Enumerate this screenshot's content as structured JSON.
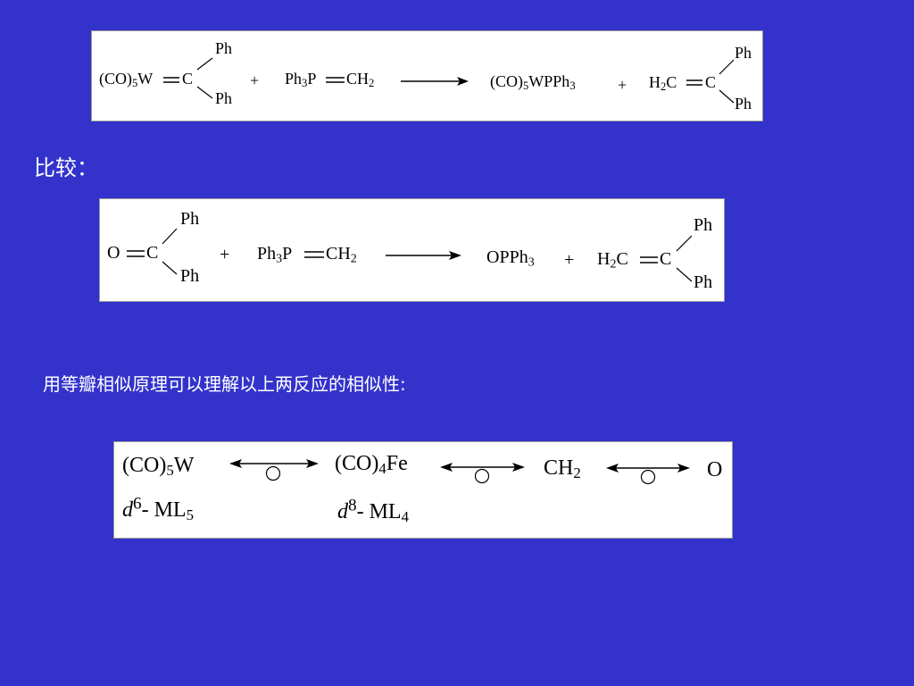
{
  "reaction1": {
    "reactant1": {
      "prefix": "(CO)",
      "sub": "5",
      "metal": "W",
      "center": "C",
      "ph_top": "Ph",
      "ph_bottom": "Ph"
    },
    "plus1": "+",
    "reactant2": {
      "a": "Ph",
      "a_sub": "3",
      "b": "P",
      "c": "CH",
      "c_sub": "2"
    },
    "product1": {
      "a": "(CO)",
      "a_sub": "5",
      "b": "WPPh",
      "b_sub": "3"
    },
    "plus2": "+",
    "product2": {
      "a": "H",
      "a_sub": "2",
      "b": "C",
      "center": "C",
      "ph_top": "Ph",
      "ph_bottom": "Ph"
    }
  },
  "compare_label": "比较：",
  "reaction2": {
    "reactant1": {
      "o": "O",
      "center": "C",
      "ph_top": "Ph",
      "ph_bottom": "Ph"
    },
    "plus1": "+",
    "reactant2": {
      "a": "Ph",
      "a_sub": "3",
      "b": "P",
      "c": "CH",
      "c_sub": "2"
    },
    "product1": {
      "a": "OPPh",
      "a_sub": "3"
    },
    "plus2": "+",
    "product2": {
      "a": "H",
      "a_sub": "2",
      "b": "C",
      "center": "C",
      "ph_top": "Ph",
      "ph_bottom": "Ph"
    }
  },
  "explanation": "用等瓣相似原理可以理解以上两反应的相似性:",
  "isolobal": {
    "frag1": {
      "a": "(CO)",
      "a_sub": "5",
      "b": "W"
    },
    "frag1_config": {
      "d": "d",
      "sup": "6",
      "rest": "- ML",
      "sub": "5"
    },
    "frag2": {
      "a": "(CO)",
      "a_sub": "4",
      "b": "Fe"
    },
    "frag2_config": {
      "d": "d",
      "sup": "8",
      "rest": "- ML",
      "sub": "4"
    },
    "frag3": {
      "a": "CH",
      "a_sub": "2"
    },
    "frag4": {
      "a": "O"
    }
  },
  "colors": {
    "background": "#3333cc",
    "panel": "#ffffff",
    "text": "#000000",
    "label_text": "#ffffff"
  }
}
